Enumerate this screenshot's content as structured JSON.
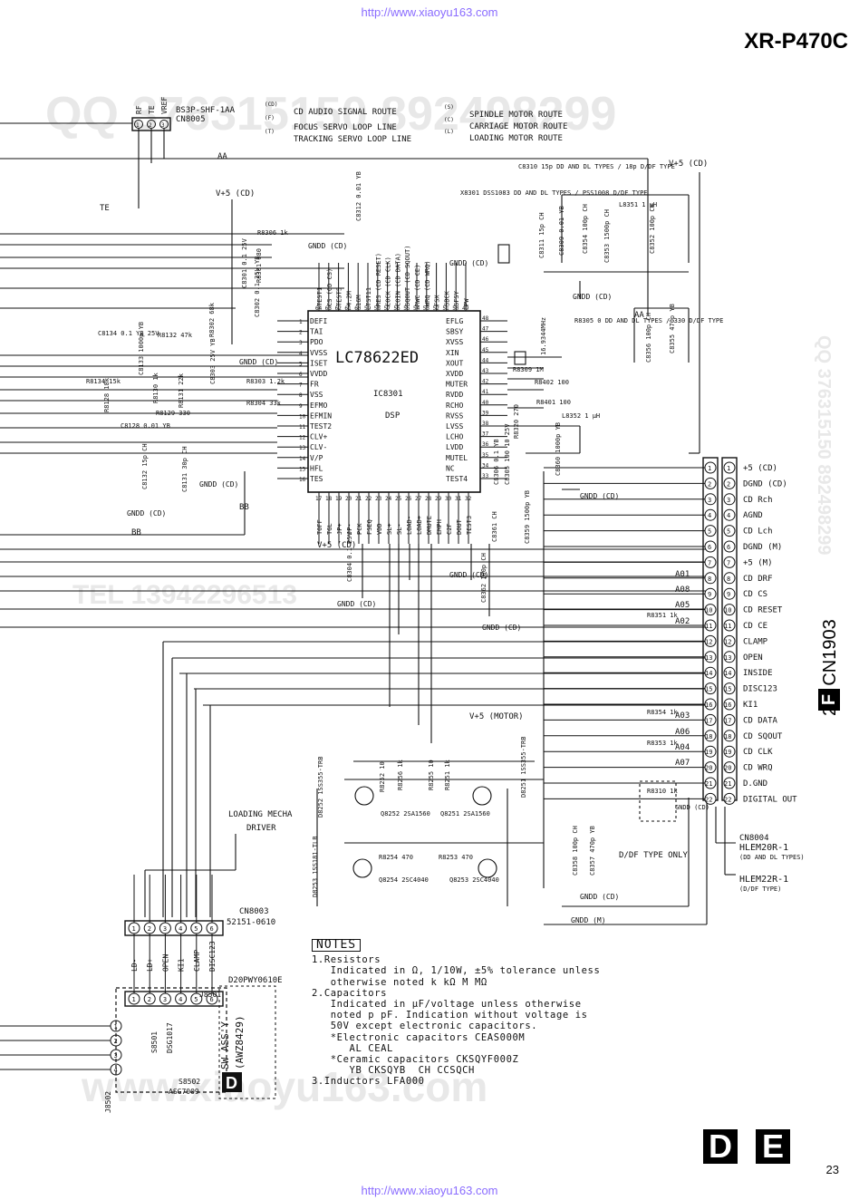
{
  "header": {
    "url": "http://www.xiaoyu163.com",
    "model": "XR-P470C"
  },
  "footer": {
    "url": "http://www.xiaoyu163.com",
    "page": "23",
    "tag_d": "D",
    "tag_e": "E"
  },
  "connector_side": {
    "letter": "F",
    "text": "2/2  CN1903"
  },
  "legend": {
    "cn8005": "BS3P-SHF-1AA",
    "cn8005_ref": "CN8005",
    "pins_top": [
      "RF",
      "TE",
      "VREF"
    ],
    "routes_left": [
      {
        "tag": "(CD)",
        "text": "CD AUDIO SIGNAL ROUTE"
      },
      {
        "tag": "(F)",
        "text": "FOCUS SERVO LOOP LINE"
      },
      {
        "tag": "(T)",
        "text": "TRACKING SERVO LOOP LINE"
      }
    ],
    "routes_right": [
      {
        "tag": "(S)",
        "text": "SPINDLE MOTOR ROUTE"
      },
      {
        "tag": "(C)",
        "text": "CARRIAGE MOTOR ROUTE"
      },
      {
        "tag": "(L)",
        "text": "LOADING MOTOR ROUTE"
      }
    ]
  },
  "ic": {
    "name": "LC78622ED",
    "ref": "IC8301",
    "func": "DSP",
    "left_pins": [
      {
        "n": "1",
        "name": "DEFI"
      },
      {
        "n": "2",
        "name": "TAI"
      },
      {
        "n": "3",
        "name": "PDO"
      },
      {
        "n": "4",
        "name": "VVSS"
      },
      {
        "n": "5",
        "name": "ISET"
      },
      {
        "n": "6",
        "name": "VVDD"
      },
      {
        "n": "7",
        "name": "FR"
      },
      {
        "n": "8",
        "name": "VSS"
      },
      {
        "n": "9",
        "name": "EFMO"
      },
      {
        "n": "10",
        "name": "EFMIN"
      },
      {
        "n": "11",
        "name": "TEST2"
      },
      {
        "n": "12",
        "name": "CLV+"
      },
      {
        "n": "13",
        "name": "CLV-"
      },
      {
        "n": "14",
        "name": "V/P"
      },
      {
        "n": "15",
        "name": "HFL"
      },
      {
        "n": "16",
        "name": "TES"
      }
    ],
    "right_pins": [
      {
        "n": "48",
        "name": "EFLG"
      },
      {
        "n": "47",
        "name": "SBSY"
      },
      {
        "n": "46",
        "name": "XVSS"
      },
      {
        "n": "45",
        "name": "XIN"
      },
      {
        "n": "44",
        "name": "XOUT"
      },
      {
        "n": "43",
        "name": "XVDD"
      },
      {
        "n": "42",
        "name": "MUTER"
      },
      {
        "n": "41",
        "name": "RVDD"
      },
      {
        "n": "40",
        "name": "RCHO"
      },
      {
        "n": "39",
        "name": "RVSS"
      },
      {
        "n": "38",
        "name": "LVSS"
      },
      {
        "n": "37",
        "name": "LCHO"
      },
      {
        "n": "36",
        "name": "LVDD"
      },
      {
        "n": "35",
        "name": "MUTEL"
      },
      {
        "n": "34",
        "name": "NC"
      },
      {
        "n": "33",
        "name": "TEST4"
      }
    ],
    "top_pins": [
      {
        "n": "64",
        "name": "TEST1"
      },
      {
        "n": "63",
        "name": "CS (CD CS)"
      },
      {
        "n": "62",
        "name": "TEST5"
      },
      {
        "n": "61",
        "name": "4.2M"
      },
      {
        "n": "60",
        "name": "16M"
      },
      {
        "n": "59",
        "name": "TST11"
      },
      {
        "n": "58",
        "name": "RES (CD RESET)"
      },
      {
        "n": "57",
        "name": "COCK (CD CLK)"
      },
      {
        "n": "56",
        "name": "COIN (CD DATA)"
      },
      {
        "n": "55",
        "name": "SQOUT (CD SQOUT)"
      },
      {
        "n": "54",
        "name": "RWC (CD CE)"
      },
      {
        "n": "53",
        "name": "WRQ (CD WRQ)"
      },
      {
        "n": "52",
        "name": "FSX"
      },
      {
        "n": "51",
        "name": "SBCK"
      },
      {
        "n": "50",
        "name": "SFSY"
      },
      {
        "n": "49",
        "name": "PW"
      }
    ],
    "bottom_pins": [
      {
        "n": "17",
        "name": "TOFF"
      },
      {
        "n": "18",
        "name": "TGL"
      },
      {
        "n": "19",
        "name": "JP+"
      },
      {
        "n": "20",
        "name": "JP-"
      },
      {
        "n": "21",
        "name": "PCK"
      },
      {
        "n": "22",
        "name": "FSEQ"
      },
      {
        "n": "23",
        "name": "VDD"
      },
      {
        "n": "24",
        "name": "SL+"
      },
      {
        "n": "25",
        "name": "SL-"
      },
      {
        "n": "26",
        "name": "LOAD-"
      },
      {
        "n": "27",
        "name": "LOAD+"
      },
      {
        "n": "28",
        "name": "DMUTE"
      },
      {
        "n": "29",
        "name": "EMPH"
      },
      {
        "n": "30",
        "name": "C2F"
      },
      {
        "n": "31",
        "name": "DOUT"
      },
      {
        "n": "32",
        "name": "TEST3"
      }
    ]
  },
  "components": [
    {
      "ref": "R8306",
      "val": "1k"
    },
    {
      "ref": "R8301",
      "val": "680"
    },
    {
      "ref": "C8301",
      "val": "0.1 25V"
    },
    {
      "ref": "C8302",
      "val": "0.1 25V YB"
    },
    {
      "ref": "R8302",
      "val": "68k"
    },
    {
      "ref": "C8303",
      "val": "25V YB"
    },
    {
      "ref": "R8303",
      "val": "1.2k"
    },
    {
      "ref": "R8304",
      "val": "33k"
    },
    {
      "ref": "C8134",
      "val": "0.1 YB 25V"
    },
    {
      "ref": "C8133",
      "val": "1000p YB"
    },
    {
      "ref": "R8132",
      "val": "47k"
    },
    {
      "ref": "R8134",
      "val": "15k"
    },
    {
      "ref": "R8128",
      "val": "18k"
    },
    {
      "ref": "R8130",
      "val": "1k"
    },
    {
      "ref": "R8131",
      "val": "22k"
    },
    {
      "ref": "C8128",
      "val": "0.01 YB"
    },
    {
      "ref": "R8129",
      "val": "330"
    },
    {
      "ref": "C8132",
      "val": "15p CH"
    },
    {
      "ref": "C8131",
      "val": "30p CH"
    },
    {
      "ref": "C8312",
      "val": "0.01 YB"
    },
    {
      "ref": "C8310",
      "val": "15p DD AND DL TYPES / 18p D/DF TYPE"
    },
    {
      "ref": "X8301",
      "val": "DSS1083 DD AND DL TYPES / PSS1008 D/DF TYPE"
    },
    {
      "ref": "C8311",
      "val": "15p CH"
    },
    {
      "ref": "C8309",
      "val": "0.01 YB"
    },
    {
      "ref": "C8354",
      "val": "100p CH"
    },
    {
      "ref": "C8353",
      "val": "1500p CH"
    },
    {
      "ref": "C8352",
      "val": "100p CH"
    },
    {
      "ref": "L8351",
      "val": "1 µH"
    },
    {
      "ref": "R8305",
      "val": "0 DD AND DL TYPES / 330 D/DF TYPE"
    },
    {
      "ref": "C8356",
      "val": "100p CH"
    },
    {
      "ref": "C8355",
      "val": "470p YB"
    },
    {
      "ref": "X8301b",
      "val": "16.9344MHz"
    },
    {
      "ref": "R8309",
      "val": "1M"
    },
    {
      "ref": "R8402",
      "val": "100"
    },
    {
      "ref": "R8401",
      "val": "100"
    },
    {
      "ref": "L8352",
      "val": "1 µH"
    },
    {
      "ref": "R8320",
      "val": "270"
    },
    {
      "ref": "C8360",
      "val": "1000p YB"
    },
    {
      "ref": "C8305",
      "val": "100 10 25V"
    },
    {
      "ref": "C8306",
      "val": "0.1 YB"
    },
    {
      "ref": "C8361",
      "val": "CH"
    },
    {
      "ref": "C8359",
      "val": "1500p YB"
    },
    {
      "ref": "C8304",
      "val": "0.1 25V"
    },
    {
      "ref": "C8362",
      "val": "100p CH"
    },
    {
      "ref": "R8351",
      "val": "1k"
    },
    {
      "ref": "R8354",
      "val": "1k"
    },
    {
      "ref": "R8353",
      "val": "1k"
    },
    {
      "ref": "R8310",
      "val": "1k"
    },
    {
      "ref": "C8358",
      "val": "100p CH"
    },
    {
      "ref": "C8357",
      "val": "470p YB"
    },
    {
      "ref": "R8252",
      "val": "10"
    },
    {
      "ref": "R8256",
      "val": "1k"
    },
    {
      "ref": "R8255",
      "val": "10"
    },
    {
      "ref": "R8251",
      "val": "1k"
    },
    {
      "ref": "Q8252",
      "val": "2SA1560"
    },
    {
      "ref": "Q8251",
      "val": "2SA1560"
    },
    {
      "ref": "D8252",
      "val": "1SS355-TRB"
    },
    {
      "ref": "D8251",
      "val": "1SS355-TRB"
    },
    {
      "ref": "R8254",
      "val": "470"
    },
    {
      "ref": "R8253",
      "val": "470"
    },
    {
      "ref": "Q8254",
      "val": "2SC4040"
    },
    {
      "ref": "Q8253",
      "val": "2SC4040"
    },
    {
      "ref": "D8253",
      "val": "1SS181-TLB"
    }
  ],
  "labels": {
    "aa": "AA",
    "bb": "BB",
    "te": "TE",
    "vcc_cd": "V+5 (CD)",
    "gndd_cd": "GNDD (CD)",
    "v5_motor": "V+5 (MOTOR)",
    "gndd_m": "GNDD (M)",
    "loading": "LOADING MECHA",
    "driver": "DRIVER",
    "dfonly": "D/DF TYPE ONLY",
    "cn8004": "CN8004",
    "hlem20": "HLEM20R-1",
    "hlem20_sub": "(DD AND DL TYPES)",
    "hlem22": "HLEM22R-1",
    "hlem22_sub": "(D/DF TYPE)",
    "gndd_cd2": "GNDD (CD)"
  },
  "cn1903": [
    {
      "n": "1",
      "name": "+5 (CD)"
    },
    {
      "n": "2",
      "name": "DGND (CD)"
    },
    {
      "n": "3",
      "name": "CD Rch"
    },
    {
      "n": "4",
      "name": "AGND"
    },
    {
      "n": "5",
      "name": "CD Lch"
    },
    {
      "n": "6",
      "name": "DGND (M)"
    },
    {
      "n": "7",
      "name": "+5 (M)"
    },
    {
      "n": "8",
      "name": "CD DRF"
    },
    {
      "n": "9",
      "name": "CD CS"
    },
    {
      "n": "10",
      "name": "CD RESET"
    },
    {
      "n": "11",
      "name": "CD CE"
    },
    {
      "n": "12",
      "name": "CLAMP"
    },
    {
      "n": "13",
      "name": "OPEN"
    },
    {
      "n": "14",
      "name": "INSIDE"
    },
    {
      "n": "15",
      "name": "DISC123"
    },
    {
      "n": "16",
      "name": "KI1"
    },
    {
      "n": "17",
      "name": "CD DATA"
    },
    {
      "n": "18",
      "name": "CD SQOUT"
    },
    {
      "n": "19",
      "name": "CD CLK"
    },
    {
      "n": "20",
      "name": "CD WRQ"
    },
    {
      "n": "21",
      "name": "D.GND"
    },
    {
      "n": "22",
      "name": "DIGITAL OUT"
    }
  ],
  "net_tags": [
    "A01",
    "A08",
    "A05",
    "A02",
    "A03",
    "A06",
    "A04",
    "A07"
  ],
  "cn8003": {
    "ref": "CN8003",
    "part": "52151-0610",
    "pins": [
      {
        "n": "1",
        "name": "LD-"
      },
      {
        "n": "2",
        "name": "LD+"
      },
      {
        "n": "3",
        "name": "OPEN"
      },
      {
        "n": "4",
        "name": "KI1"
      },
      {
        "n": "5",
        "name": "CLAMP"
      },
      {
        "n": "6",
        "name": "DISC123"
      }
    ],
    "cable": "D20PWY0610E"
  },
  "sw_assy": {
    "letter": "D",
    "title": "SW ASS'Y",
    "part": "(AWZ8429)",
    "j8501": "J8501",
    "j8502": "J8502",
    "s8501": "S8501",
    "s8501_part": "DSG1017",
    "s8502": "S8502",
    "s8502_part": "ASG7009"
  },
  "notes": {
    "heading": "NOTES",
    "lines": [
      "1.Resistors",
      "   Indicated in Ω, 1/10W, ±5% tolerance unless",
      "   otherwise noted k kΩ M MΩ",
      "2.Capacitors",
      "   Indicated in µF/voltage unless otherwise",
      "   noted p pF. Indication without voltage is",
      "   50V except electronic capacitors.",
      "   *Electronic capacitors CEAS000M",
      "      AL CEAL",
      "   *Ceramic capacitors CKSQYF000Z",
      "      YB CKSQYB  CH CCSQCH",
      "3.Inductors LFA000"
    ]
  },
  "watermarks": [
    "QQ 376315150 892498299",
    "TEL 13942296513",
    "QQ 376315150 892498299",
    "www.xiaoyu163.com"
  ]
}
